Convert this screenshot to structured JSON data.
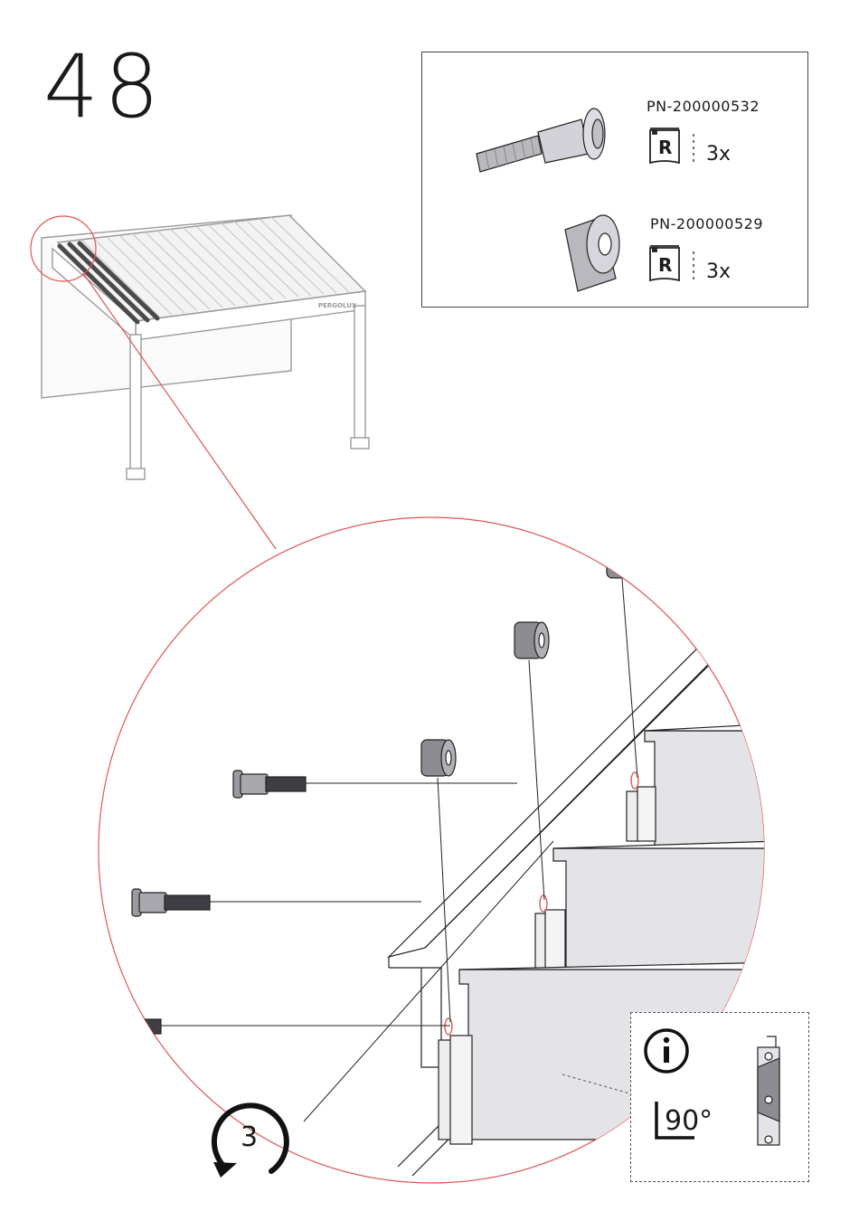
{
  "step": {
    "number": "48"
  },
  "pergola_overview": {
    "brand_label": "PERGOLUX"
  },
  "parts": [
    {
      "part_number": "PN-200000532",
      "bag_label": "R",
      "quantity": "3x",
      "icon": "shoulder-bolt-icon"
    },
    {
      "part_number": "PN-200000529",
      "bag_label": "R",
      "quantity": "3x",
      "icon": "spacer-ring-icon"
    }
  ],
  "tighten_indicator": {
    "turns": "3",
    "icon": "rotate-arrow-icon"
  },
  "info_note": {
    "icon": "info-icon",
    "angle_text": "90°",
    "detail_icon": "bracket-detail-icon"
  },
  "colors": {
    "callout_red": "#e05555",
    "part_gray": "#8c8c92",
    "profile_gray": "#e4e4e8"
  }
}
